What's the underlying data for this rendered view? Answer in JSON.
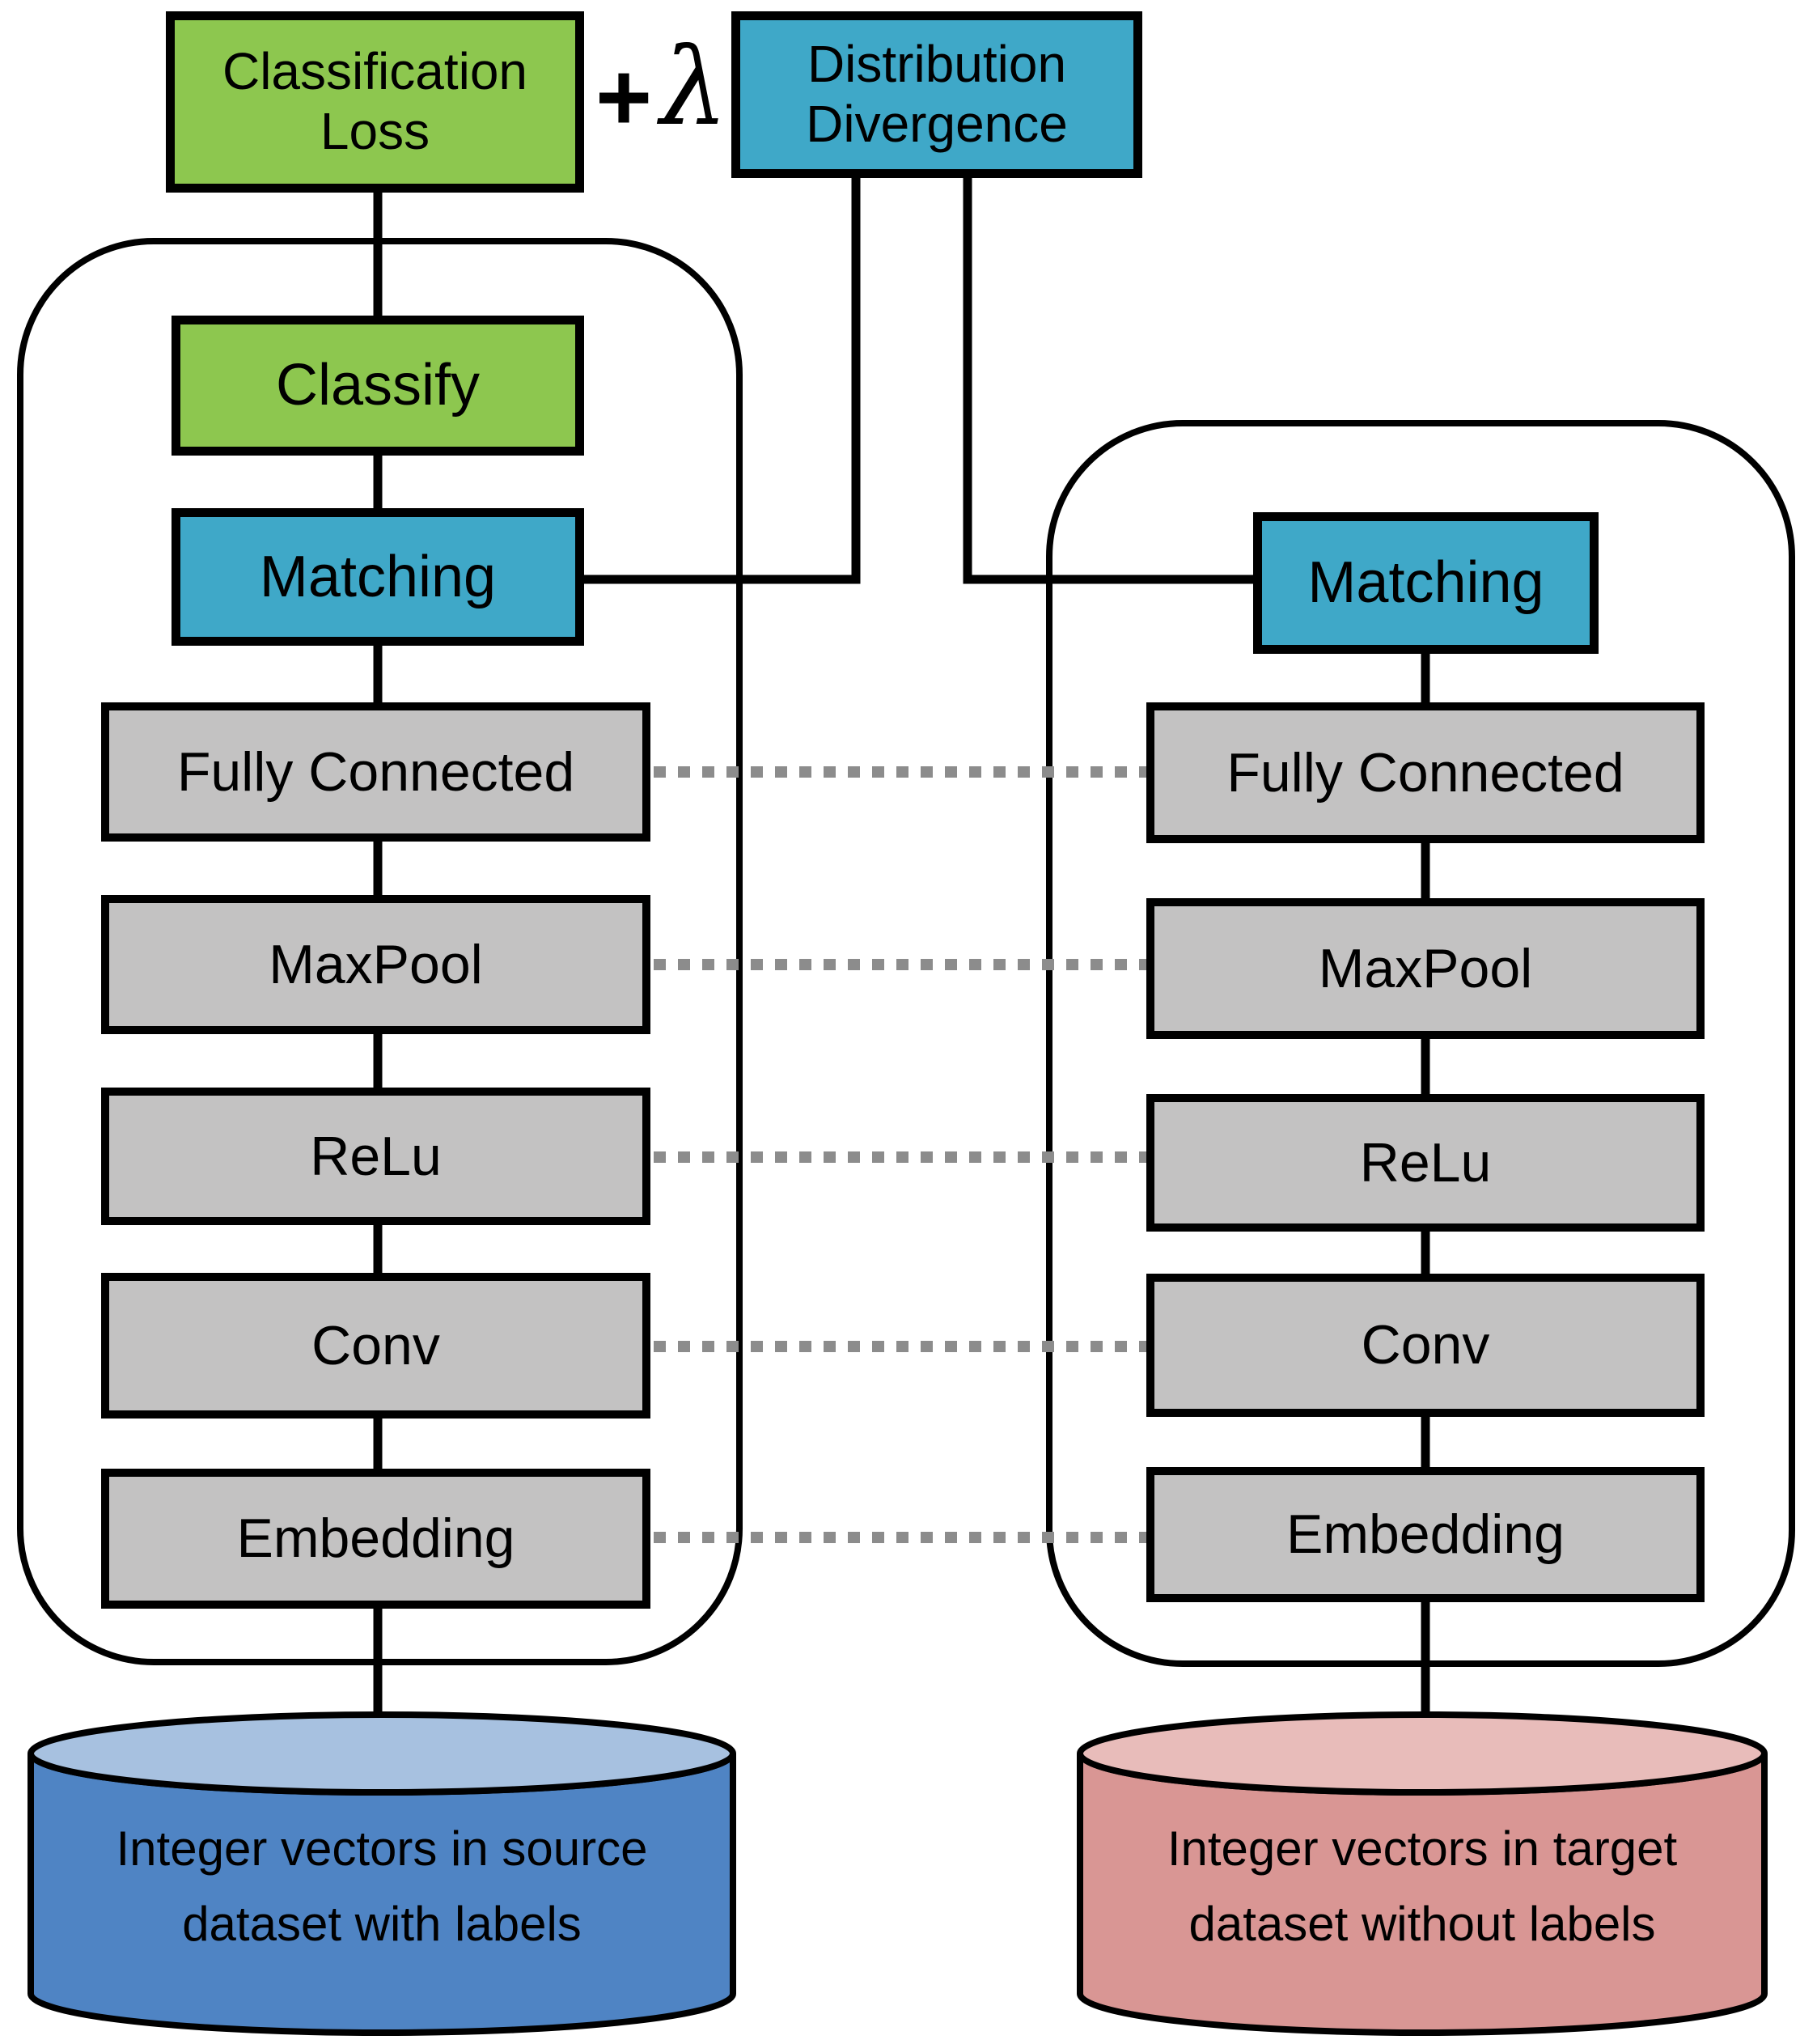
{
  "colors": {
    "green": "#8dc74f",
    "teal": "#3fa8c8",
    "gray": "#c3c2c2",
    "line": "#000000",
    "dotted": "#8c8c8c",
    "source_body": "#4f84c4",
    "source_top": "#a7c1e0",
    "target_body": "#d99694",
    "target_top": "#e8bcba"
  },
  "loss": {
    "classification": {
      "line1": "Classification",
      "line2": "Loss"
    },
    "plus": "+",
    "lambda": "λ",
    "divergence": {
      "line1": "Distribution",
      "line2": "Divergence"
    }
  },
  "source_branch": {
    "classify": "Classify",
    "matching": "Matching",
    "layers": [
      "Fully Connected",
      "MaxPool",
      "ReLu",
      "Conv",
      "Embedding"
    ],
    "dataset": {
      "line1": "Integer vectors in source",
      "line2": "dataset with labels"
    }
  },
  "target_branch": {
    "matching": "Matching",
    "layers": [
      "Fully Connected",
      "MaxPool",
      "ReLu",
      "Conv",
      "Embedding"
    ],
    "dataset": {
      "line1": "Integer vectors in target",
      "line2": "dataset without labels"
    }
  }
}
